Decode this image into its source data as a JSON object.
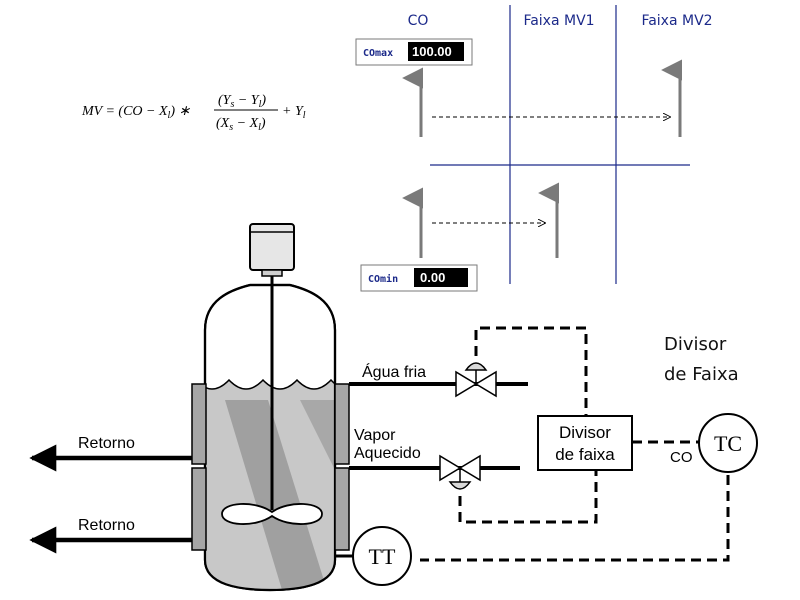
{
  "range_chart": {
    "headers": {
      "co": "CO",
      "mv1": "Faixa MV1",
      "mv2": "Faixa MV2"
    },
    "co_max": {
      "label": "COmax",
      "value": "100.00"
    },
    "co_min": {
      "label": "COmin",
      "value": "0.00"
    }
  },
  "formula": {
    "lhs": "MV = (CO − X",
    "lhs_sub": "l",
    "mid": ") ∗",
    "num": "(Y",
    "num_sub1": "s",
    "num_mid": " − Y",
    "num_sub2": "l",
    "num_end": ")",
    "den": "(X",
    "den_sub1": "s",
    "den_mid": " − X",
    "den_sub2": "l",
    "den_end": ")",
    "tail": "+ Y",
    "tail_sub": "l"
  },
  "process": {
    "divisor_title_line1": "Divisor",
    "divisor_title_line2": "de Faixa",
    "agua_fria": "Água fria",
    "vapor_line1": "Vapor",
    "vapor_line2": "Aquecido",
    "retorno_top": "Retorno",
    "retorno_bottom": "Retorno",
    "divisor_box_line1": "Divisor",
    "divisor_box_line2": "de faixa",
    "tc": "TC",
    "tt": "TT",
    "co_signal": "CO"
  },
  "colors": {
    "chart_line": "#1c2a8a",
    "arrow_gray": "#7a7a7a",
    "vessel_fill": "#c8c8c8",
    "vessel_shade": "#8e8e8e",
    "jacket_fill": "#a6a6a6"
  }
}
